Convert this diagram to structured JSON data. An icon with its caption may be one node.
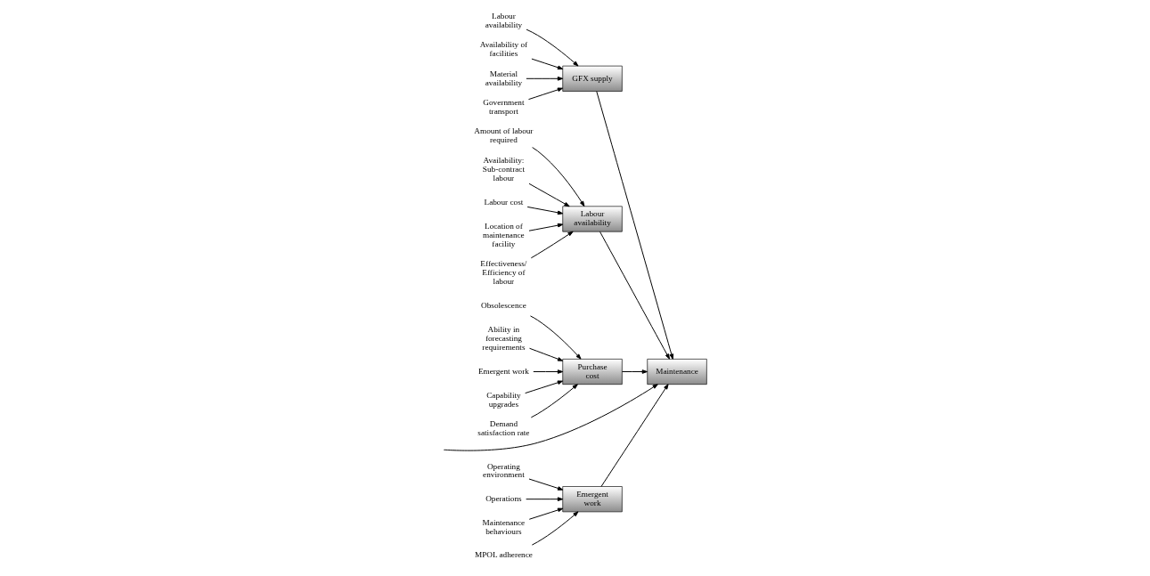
{
  "diagram": {
    "nodes": [
      {
        "text": [
          "Emergent work"
        ]
      },
      {
        "text": [
          "Operating environment"
        ]
      },
      {
        "text": [
          "Operations"
        ]
      },
      {
        "text": [
          "Maintenance behaviours"
        ]
      },
      {
        "text": [
          "MPOL adherence"
        ]
      },
      {
        "text": [
          "GFX supply"
        ]
      },
      {
        "text": [
          "Labour availability"
        ]
      },
      {
        "text": [
          "Availability of facilities"
        ]
      },
      {
        "text": [
          "Material availability"
        ]
      },
      {
        "text": [
          "Government transport"
        ]
      },
      {
        "text": [
          "Maintenance"
        ]
      },
      {
        "text": [
          "Amount of labour required"
        ]
      },
      {
        "text": [
          "Availability: Sub-contract labour"
        ]
      },
      {
        "text": [
          "Labour cost"
        ]
      },
      {
        "text": [
          "Location of maintenance facility"
        ]
      },
      {
        "text": [
          "Effectiveness/ Efficiency of labour"
        ]
      },
      {
        "text": [
          "Labour availability"
        ]
      },
      {
        "text": [
          "Obsolescence"
        ]
      },
      {
        "text": [
          "Ability in forecasting requirements"
        ]
      },
      {
        "text": [
          "Emergent work"
        ]
      },
      {
        "text": [
          "Capability upgrades"
        ]
      },
      {
        "text": [
          "Demand satisfaction rate"
        ]
      },
      {
        "text": [
          "Purchase cost"
        ]
      }
    ],
    "edges": [
      {
        "from": null,
        "to": 10,
        "arrow": "to"
      },
      {
        "from": 0,
        "to": 10,
        "arrow": "to"
      },
      {
        "from": 5,
        "to": 10,
        "arrow": "to"
      },
      {
        "from": 16,
        "to": 10,
        "arrow": "to"
      },
      {
        "from": 22,
        "to": 10,
        "arrow": "to"
      },
      {
        "from": 1,
        "to": 0,
        "arrow": "to"
      },
      {
        "from": 2,
        "to": 0,
        "arrow": "to"
      },
      {
        "from": 3,
        "to": 0,
        "arrow": "to"
      },
      {
        "from": 4,
        "to": 0,
        "arrow": "to"
      },
      {
        "from": 6,
        "to": 5,
        "arrow": "to"
      },
      {
        "from": 7,
        "to": 5,
        "arrow": "to"
      },
      {
        "from": 8,
        "to": 5,
        "arrow": "to"
      },
      {
        "from": 9,
        "to": 5,
        "arrow": "to"
      },
      {
        "from": 11,
        "to": 16,
        "arrow": "to"
      },
      {
        "from": 12,
        "to": 16,
        "arrow": "to"
      },
      {
        "from": 13,
        "to": 16,
        "arrow": "to"
      },
      {
        "from": 14,
        "to": 16,
        "arrow": "to"
      },
      {
        "from": 15,
        "to": 16,
        "arrow": "to"
      },
      {
        "from": 17,
        "to": 22,
        "arrow": "to"
      },
      {
        "from": 18,
        "to": 22,
        "arrow": "to"
      },
      {
        "from": 19,
        "to": 22,
        "arrow": "to"
      },
      {
        "from": 20,
        "to": 22,
        "arrow": "to"
      },
      {
        "from": 21,
        "to": 22,
        "arrow": "to"
      }
    ]
  }
}
